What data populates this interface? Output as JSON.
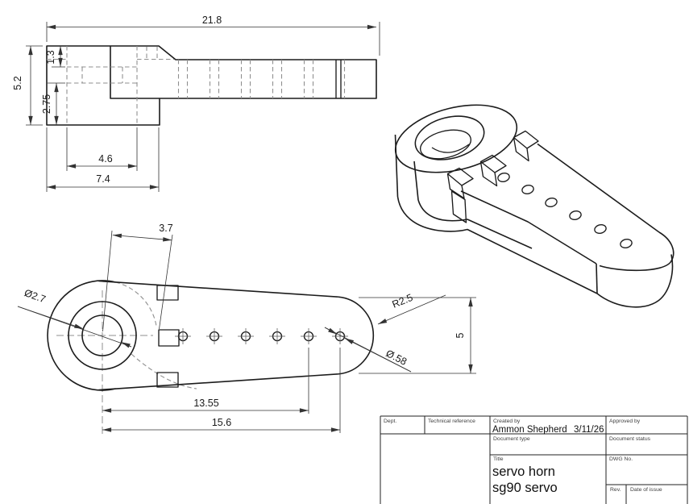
{
  "drawing": {
    "side_view": {
      "dims": {
        "total_length": "21.8",
        "overall_height": "5.2",
        "step_depth": "1.3",
        "lower_height": "2.75",
        "bore_width": "4.6",
        "hub_width": "7.4"
      }
    },
    "plan_view": {
      "dims": {
        "spline_offset": "3.7",
        "bore_diameter": "Ø2.7",
        "tip_radius": "R2.5",
        "hole_diameter": "Ø.58",
        "tip_width": "5",
        "hole5_distance": "13.55",
        "hole6_distance": "15.6"
      }
    },
    "title_block": {
      "dept_label": "Dept.",
      "technical_reference_label": "Technical reference",
      "created_by_label": "Created by",
      "created_by_name": "Ammon Shepherd",
      "created_by_date": "3/11/26",
      "approved_by_label": "Approved by",
      "document_type_label": "Document type",
      "document_status_label": "Document status",
      "title_label": "Title",
      "title_line1": "servo horn",
      "title_line2": "sg90 servo",
      "dwg_no_label": "DWG No.",
      "rev_label": "Rev.",
      "date_of_issue_label": "Date of issue"
    }
  }
}
